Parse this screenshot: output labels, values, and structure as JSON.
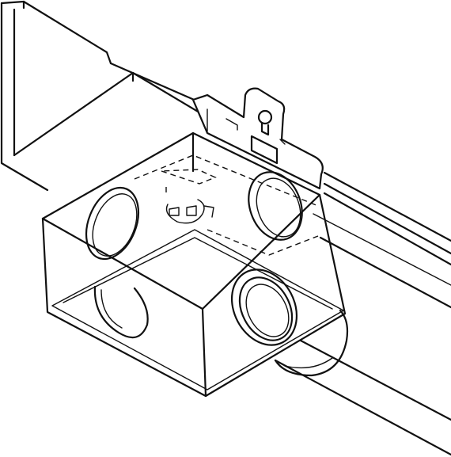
{
  "figure": {
    "colors": {
      "line": "#111111",
      "background": "#ffffff"
    },
    "parts": [
      "ceiling-joist",
      "wall-stud-block",
      "mounting-bracket",
      "keyhole-slot",
      "junction-box",
      "knockout-holes",
      "duct-pipe"
    ]
  }
}
